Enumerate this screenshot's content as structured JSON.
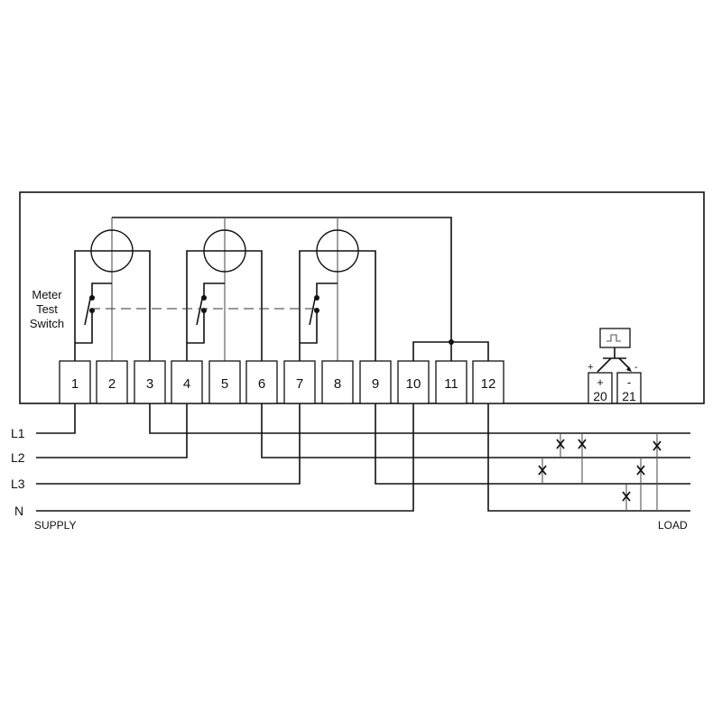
{
  "labels": {
    "meter_test_switch": [
      "Meter",
      "Test",
      "Switch"
    ],
    "supply": "SUPPLY",
    "load": "LOAD"
  },
  "lines": [
    "L1",
    "L2",
    "L3",
    "N"
  ],
  "terminals": [
    "1",
    "2",
    "3",
    "4",
    "5",
    "6",
    "7",
    "8",
    "9",
    "10",
    "11",
    "12"
  ],
  "pulse_output": {
    "plus": "+",
    "minus": "-",
    "terminal_plus": "20",
    "terminal_minus": "21"
  }
}
